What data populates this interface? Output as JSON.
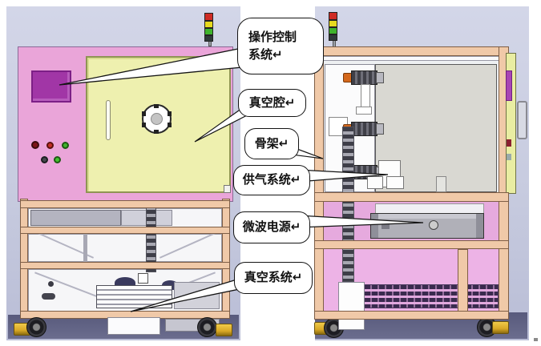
{
  "diagram": {
    "title_none": "",
    "callouts": [
      {
        "id": "control-system",
        "text": "操作控制系统↵"
      },
      {
        "id": "vacuum-chamber",
        "text": "真空腔↵"
      },
      {
        "id": "frame-skeleton",
        "text": "骨架↵"
      },
      {
        "id": "gas-supply",
        "text": "供气系统↵"
      },
      {
        "id": "microwave-power",
        "text": "微波电源↵"
      },
      {
        "id": "vacuum-system",
        "text": "真空系统↵"
      }
    ],
    "colors": {
      "backdrop": "#c9cde0",
      "cabinet_pink": "#eaa5d9",
      "door_yellow": "#eef0af",
      "screen_purple": "#a136a6",
      "frame_tan": "#f0c9a8",
      "floor_shadow": "#585a7c",
      "signal_red": "#cf2b24",
      "signal_yellow": "#e7da1f",
      "signal_green": "#3fb42c",
      "caster_gold": "#d8a826",
      "equipment_gray": "#b2b2ba"
    }
  }
}
